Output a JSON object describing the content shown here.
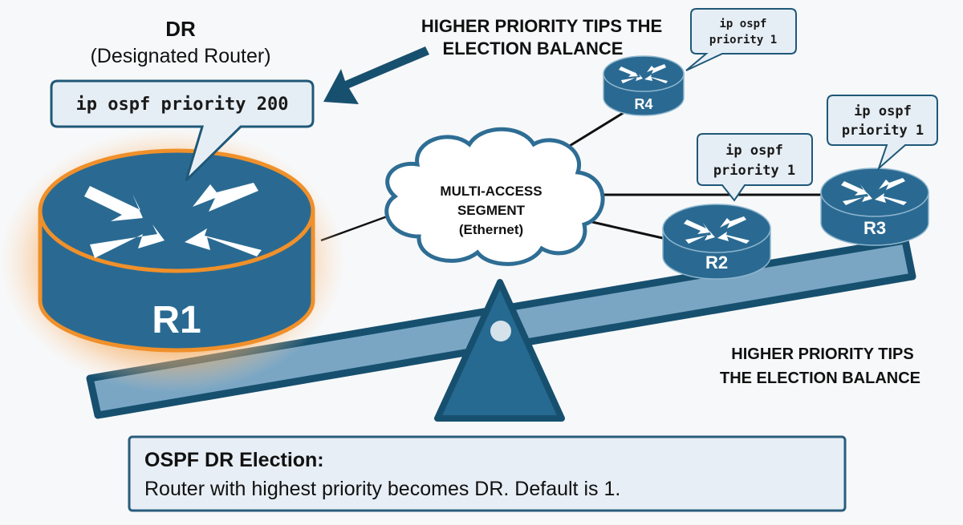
{
  "colors": {
    "router_fill": "#2a6a92",
    "router_stroke": "#1f5878",
    "router_top_rim": "#8fb6cf",
    "dr_highlight": "#f0902a",
    "beam_fill": "#7aa6c4",
    "beam_stroke": "#17506f",
    "fulcrum_fill": "#266a92",
    "callout_fill": "#e6eef5",
    "callout_stroke": "#1f5878",
    "cloud_stroke": "#2e6d94",
    "arrow": "#17506f",
    "link": "#111111"
  },
  "dr_heading": {
    "title": "DR",
    "subtitle": "(Designated Router)"
  },
  "top_caption": {
    "line1": "HIGHER PRIORITY TIPS THE",
    "line2": "ELECTION BALANCE"
  },
  "side_caption": {
    "line1": "HIGHER PRIORITY TIPS",
    "line2": "THE ELECTION BALANCE"
  },
  "cloud": {
    "line1": "MULTI-ACCESS",
    "line2": "SEGMENT",
    "line3": "(Ethernet)"
  },
  "routers": [
    {
      "name": "R1",
      "role": "DR",
      "priority_cmd": [
        "ip ospf priority 200"
      ]
    },
    {
      "name": "R2",
      "role": "",
      "priority_cmd": [
        "ip ospf",
        "priority 1"
      ]
    },
    {
      "name": "R3",
      "role": "",
      "priority_cmd": [
        "ip ospf",
        "priority 1"
      ]
    },
    {
      "name": "R4",
      "role": "",
      "priority_cmd": [
        "ip ospf",
        "priority 1"
      ]
    }
  ],
  "summary": {
    "title": "OSPF DR Election:",
    "body": "Router with highest priority becomes DR. Default is 1."
  }
}
